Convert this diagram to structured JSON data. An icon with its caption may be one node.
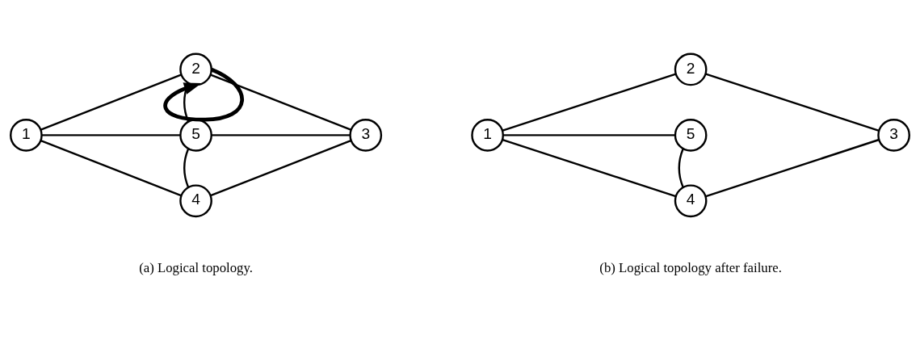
{
  "diagram": {
    "nodes": [
      {
        "text": [
          "2"
        ]
      },
      {
        "text": [
          "1"
        ]
      },
      {
        "text": [
          "5"
        ]
      },
      {
        "text": [
          "3"
        ]
      },
      {
        "text": [
          "4"
        ]
      },
      {
        "text": [
          "2"
        ]
      },
      {
        "text": [
          "1"
        ]
      },
      {
        "text": [
          "5"
        ]
      },
      {
        "text": [
          "3"
        ]
      },
      {
        "text": [
          "4"
        ]
      }
    ],
    "edges": [
      {
        "from": 1,
        "to": 0,
        "arrow": "none"
      },
      {
        "from": 1,
        "to": 2,
        "arrow": "none"
      },
      {
        "from": 1,
        "to": 4,
        "arrow": "none"
      },
      {
        "from": 0,
        "to": 2,
        "arrow": "none"
      },
      {
        "from": 0,
        "to": 3,
        "arrow": "none"
      },
      {
        "from": 2,
        "to": 3,
        "arrow": "none"
      },
      {
        "from": 2,
        "to": 4,
        "arrow": "none"
      },
      {
        "from": 4,
        "to": 3,
        "arrow": "none"
      },
      {
        "from": 0,
        "to": 0,
        "arrow": "to",
        "style": "thick"
      },
      {
        "from": 6,
        "to": 5,
        "arrow": "none"
      },
      {
        "from": 6,
        "to": 7,
        "arrow": "none"
      },
      {
        "from": 6,
        "to": 9,
        "arrow": "none"
      },
      {
        "from": 5,
        "to": 8,
        "arrow": "none"
      },
      {
        "from": 7,
        "to": 9,
        "arrow": "none"
      },
      {
        "from": 9,
        "to": 8,
        "arrow": "none"
      }
    ],
    "labels": [
      "(a) Logical topology.",
      "(b) Logical topology after failure."
    ]
  }
}
